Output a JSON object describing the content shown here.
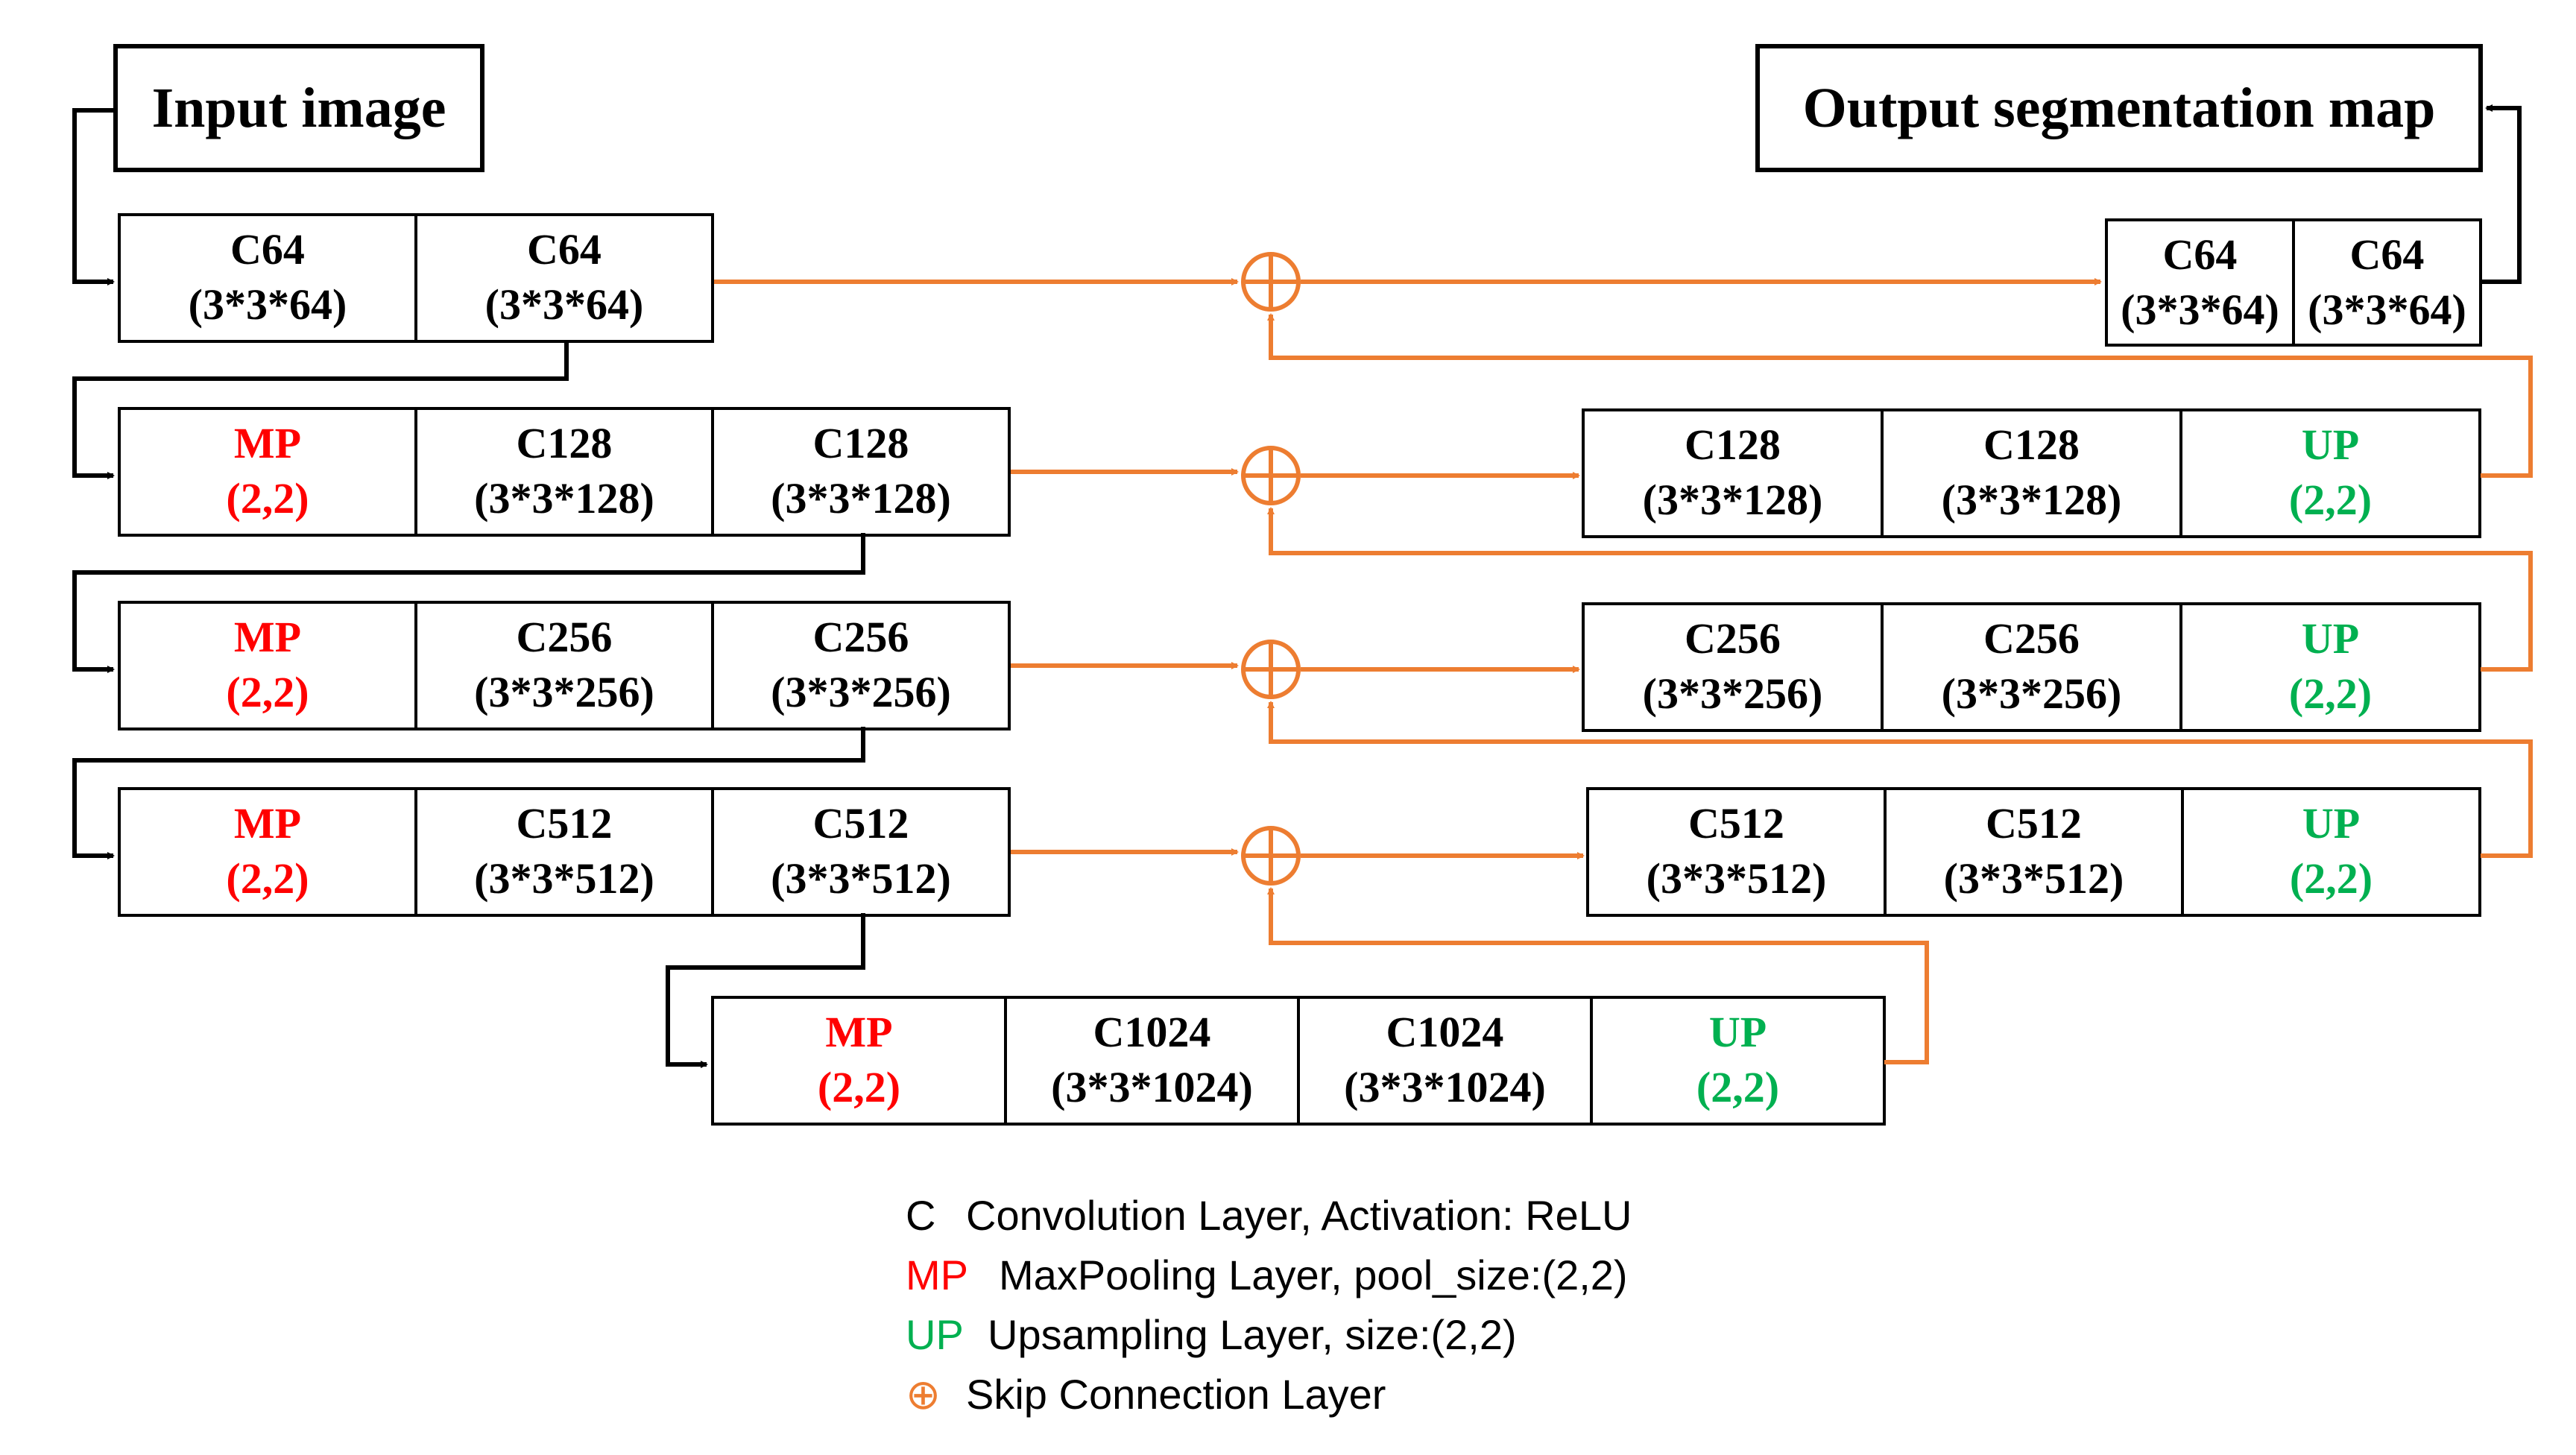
{
  "colors": {
    "convolution": "#000000",
    "maxpool": "#ff0000",
    "upsample": "#00b050",
    "connection": "#ed7d31",
    "flow": "#000000"
  },
  "input": {
    "label": "Input image"
  },
  "output": {
    "label": "Output segmentation map"
  },
  "rows": [
    {
      "id": "row1-encoder",
      "cells": [
        {
          "kind": "conv",
          "line1": "C64",
          "line2": "(3*3*64)"
        },
        {
          "kind": "conv",
          "line1": "C64",
          "line2": "(3*3*64)"
        }
      ]
    },
    {
      "id": "row2-encoder",
      "cells": [
        {
          "kind": "maxpool",
          "line1": "MP",
          "line2": "(2,2)"
        },
        {
          "kind": "conv",
          "line1": "C128",
          "line2": "(3*3*128)"
        },
        {
          "kind": "conv",
          "line1": "C128",
          "line2": "(3*3*128)"
        }
      ]
    },
    {
      "id": "row3-encoder",
      "cells": [
        {
          "kind": "maxpool",
          "line1": "MP",
          "line2": "(2,2)"
        },
        {
          "kind": "conv",
          "line1": "C256",
          "line2": "(3*3*256)"
        },
        {
          "kind": "conv",
          "line1": "C256",
          "line2": "(3*3*256)"
        }
      ]
    },
    {
      "id": "row4-encoder",
      "cells": [
        {
          "kind": "maxpool",
          "line1": "MP",
          "line2": "(2,2)"
        },
        {
          "kind": "conv",
          "line1": "C512",
          "line2": "(3*3*512)"
        },
        {
          "kind": "conv",
          "line1": "C512",
          "line2": "(3*3*512)"
        }
      ]
    },
    {
      "id": "row5-bottleneck",
      "cells": [
        {
          "kind": "maxpool",
          "line1": "MP",
          "line2": "(2,2)"
        },
        {
          "kind": "conv",
          "line1": "C1024",
          "line2": "(3*3*1024)"
        },
        {
          "kind": "conv",
          "line1": "C1024",
          "line2": "(3*3*1024)"
        },
        {
          "kind": "upsample",
          "line1": "UP",
          "line2": "(2,2)"
        }
      ]
    },
    {
      "id": "row4-decoder",
      "cells": [
        {
          "kind": "conv",
          "line1": "C512",
          "line2": "(3*3*512)"
        },
        {
          "kind": "conv",
          "line1": "C512",
          "line2": "(3*3*512)"
        },
        {
          "kind": "upsample",
          "line1": "UP",
          "line2": "(2,2)"
        }
      ]
    },
    {
      "id": "row3-decoder",
      "cells": [
        {
          "kind": "conv",
          "line1": "C256",
          "line2": "(3*3*256)"
        },
        {
          "kind": "conv",
          "line1": "C256",
          "line2": "(3*3*256)"
        },
        {
          "kind": "upsample",
          "line1": "UP",
          "line2": "(2,2)"
        }
      ]
    },
    {
      "id": "row2-decoder",
      "cells": [
        {
          "kind": "conv",
          "line1": "C128",
          "line2": "(3*3*128)"
        },
        {
          "kind": "conv",
          "line1": "C128",
          "line2": "(3*3*128)"
        },
        {
          "kind": "upsample",
          "line1": "UP",
          "line2": "(2,2)"
        }
      ]
    },
    {
      "id": "row1-decoder",
      "cells": [
        {
          "kind": "conv",
          "line1": "C64",
          "line2": "(3*3*64)"
        },
        {
          "kind": "conv",
          "line1": "C64",
          "line2": "(3*3*64)"
        }
      ]
    }
  ],
  "legend": [
    {
      "kind": "conv",
      "symbol": "C",
      "text": "Convolution Layer, Activation: ReLU"
    },
    {
      "kind": "maxpool",
      "symbol": "MP",
      "text": "MaxPooling Layer, pool_size:(2,2)"
    },
    {
      "kind": "upsample",
      "symbol": "UP",
      "text": "Upsampling Layer, size:(2,2)"
    },
    {
      "kind": "skip",
      "symbol": "⊕",
      "text": "Skip Connection Layer"
    }
  ]
}
